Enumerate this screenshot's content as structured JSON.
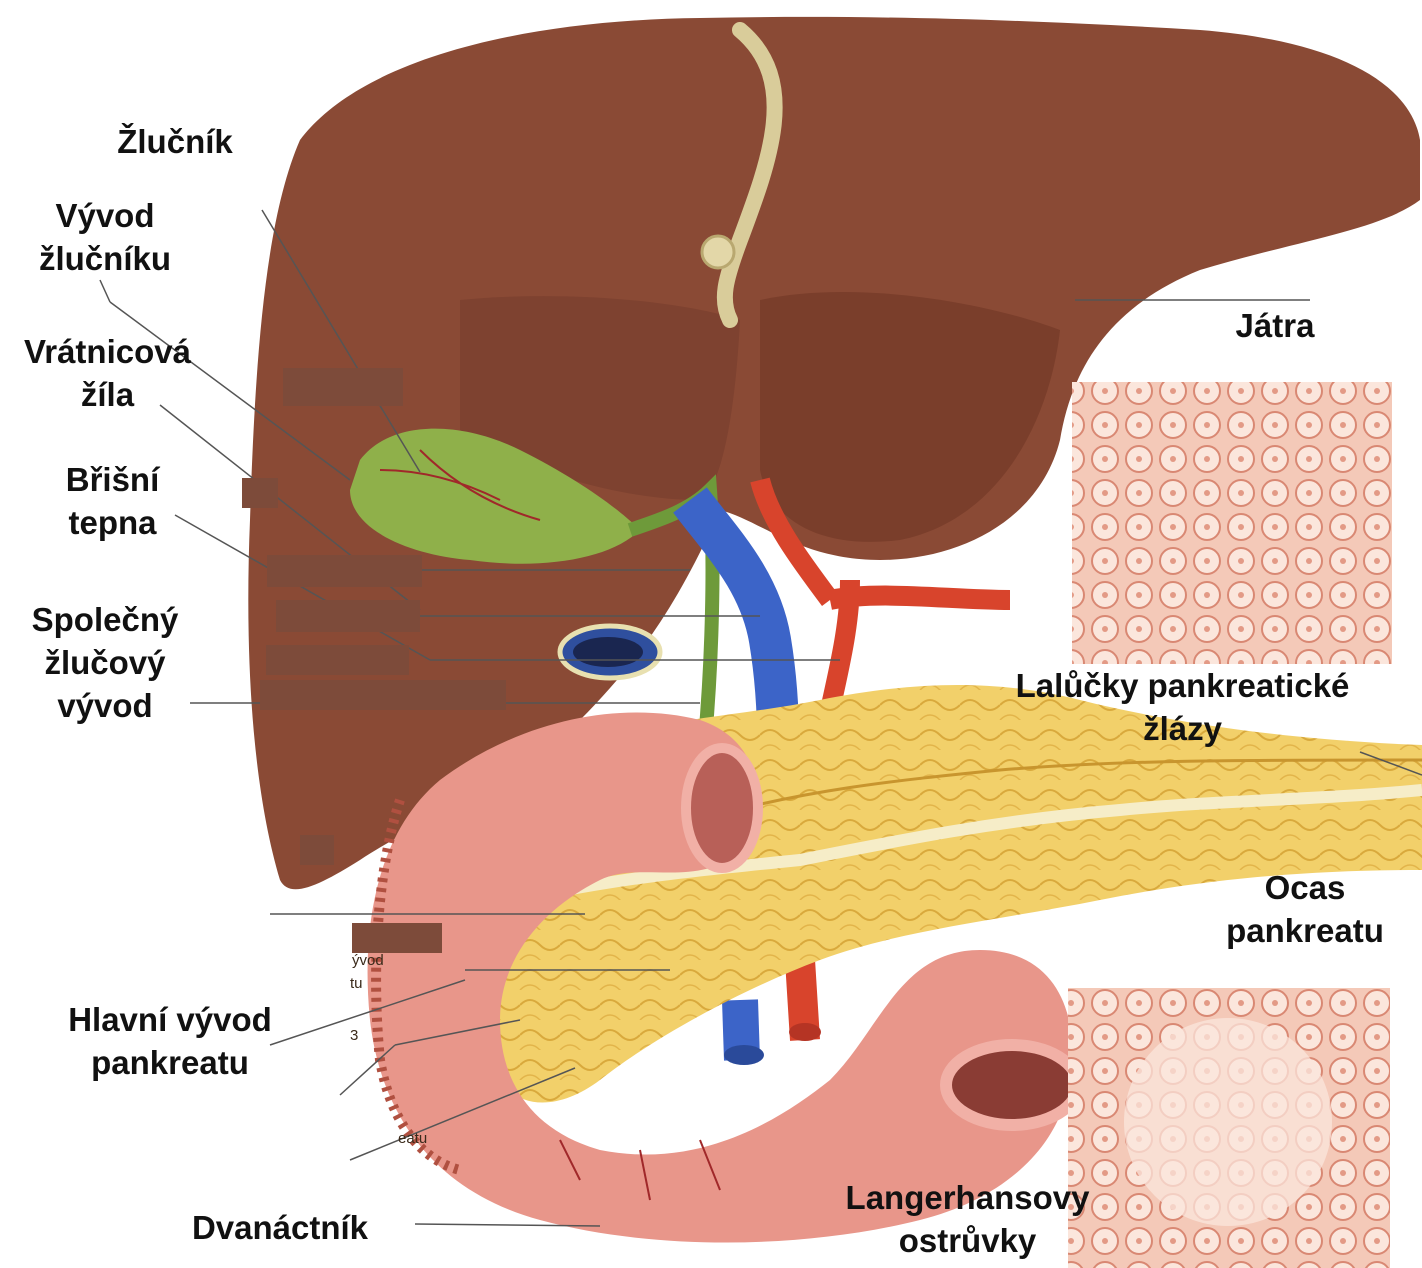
{
  "labels": {
    "gallbladder": "Žlučník",
    "cystic_duct": [
      "Vývod",
      "žlučníku"
    ],
    "portal_vein": [
      "Vrátnicová",
      "žíla"
    ],
    "celiac_artery": [
      "Břišní",
      "tepna"
    ],
    "common_bile_duct": [
      "Společný",
      "žlučový",
      "vývod"
    ],
    "liver": "Játra",
    "pancreatic_lobules": [
      "Lalůčky pankreatické",
      "žlázy"
    ],
    "pancreas_tail": [
      "Ocas",
      "pankreatu"
    ],
    "main_pancreatic_duct": [
      "Hlavní vývod",
      "pankreatu"
    ],
    "duodenum": "Dvanáctník",
    "islets": [
      "Langerhansovy",
      "ostrůvky"
    ]
  },
  "fragments": {
    "a": "ývod",
    "b": "tu",
    "c": "3",
    "d": "eatu"
  },
  "colors": {
    "liver": "#8a4a35",
    "liver_dark": "#6e3626",
    "gallbladder": "#8fb04a",
    "pancreas": "#f0cc62",
    "duodenum": "#e8968a",
    "vein": "#3c64c8",
    "artery": "#d8442c",
    "histology": "#f2c2b0"
  }
}
